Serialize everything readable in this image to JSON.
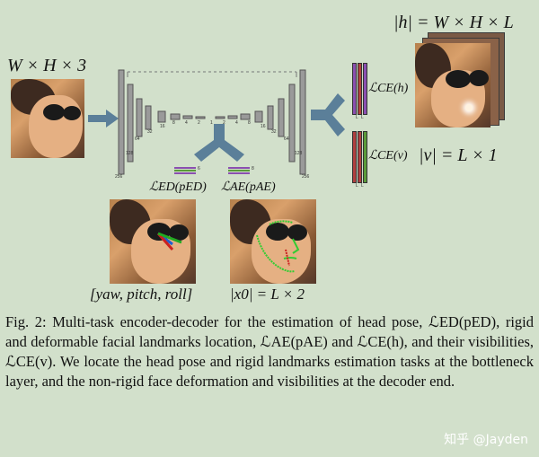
{
  "figure": {
    "input_dims": "W × H × 3",
    "h_dims": "|h| = W × H × L",
    "v_dims": "|v| = L × 1",
    "loss_ce_h": "ℒCE(h)",
    "loss_ce_v": "ℒCE(v)",
    "loss_ed": "ℒED(pED)",
    "loss_ae": "ℒAE(pAE)",
    "pose_label": "[yaw, pitch, roll]",
    "landmarks_label": "|x0| = L × 2",
    "layer_numbers": [
      "128",
      "64",
      "32",
      "16",
      "8",
      "4",
      "2",
      "1",
      "2",
      "4",
      "8",
      "16",
      "32",
      "64",
      "128",
      "256",
      "256",
      "6",
      "8",
      "L",
      "L",
      "L",
      "L"
    ]
  },
  "caption": {
    "text": "Fig. 2: Multi-task encoder-decoder for the estimation of head pose, ℒED(pED), rigid and deformable facial landmarks location, ℒAE(pAE) and ℒCE(h), and their visibilities, ℒCE(v). We locate the head pose and rigid landmarks estimation tasks at the bottleneck layer, and the non-rigid face deformation and visibilities at the decoder end."
  },
  "watermark": "知乎 @Jayden",
  "colors": {
    "background": "#d2e0cb",
    "arrow": "#5b7f99",
    "purple_bar": "#8a4fb0",
    "red_bar": "#b04040",
    "green_bar": "#5a9a3a",
    "landmarks": "#33cc33"
  }
}
